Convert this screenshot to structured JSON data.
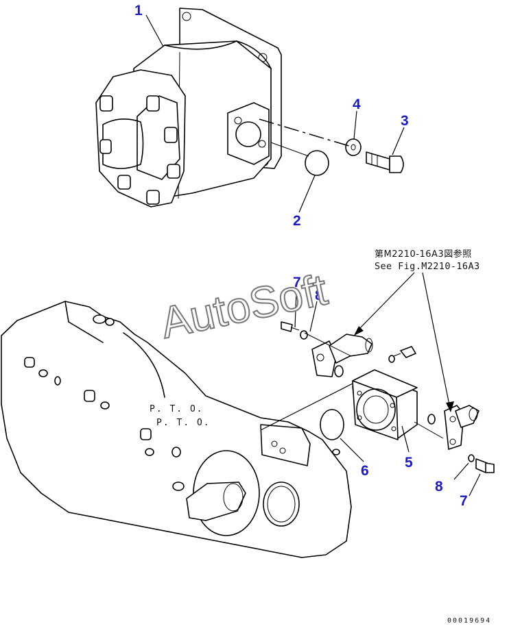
{
  "callouts": {
    "c1": "1",
    "c2": "2",
    "c3": "3",
    "c4": "4",
    "c5": "5",
    "c6": "6",
    "c7a": "7",
    "c8a": "8",
    "c8b": "8",
    "c7b": "7"
  },
  "reference_note": {
    "line_jp": "第M2210-16A3図参照",
    "line_en": "See Fig.M2210-16A3"
  },
  "housing_labels": {
    "pto_line_1": "P. T. O.",
    "pto_line_2": "P. T. O."
  },
  "watermark": "AutoSoft",
  "drawing_code": "00019694",
  "colors": {
    "callout": "#1a1ac8",
    "line": "#000000",
    "watermark_outline": "#777777"
  }
}
